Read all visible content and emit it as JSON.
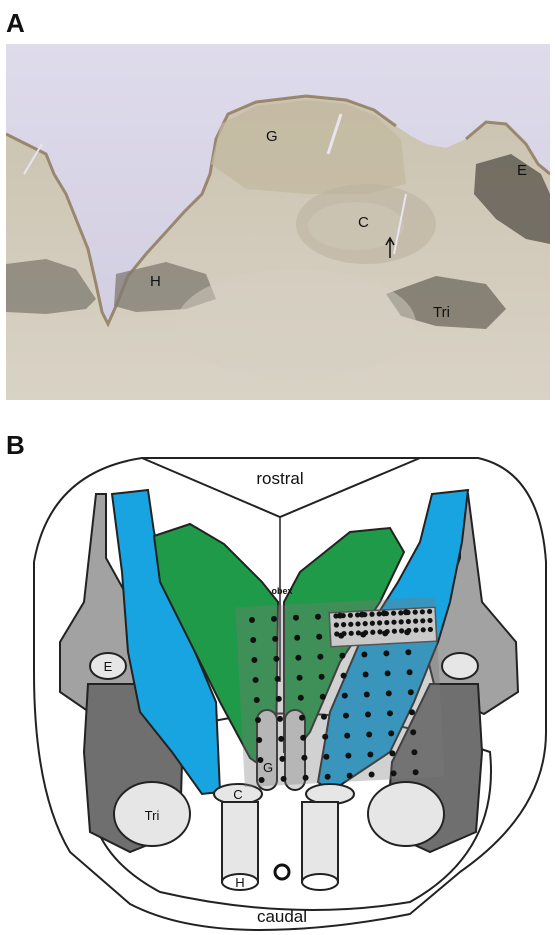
{
  "panelA": {
    "letter": "A",
    "labels": {
      "G": "G",
      "E": "E",
      "C": "C",
      "H": "H",
      "Tri": "Tri",
      "arrow": "↑"
    }
  },
  "panelB": {
    "letter": "B",
    "rostral": "rostral",
    "caudal": "caudal",
    "obex": "obex",
    "labels": {
      "E": "E",
      "Tri": "Tri",
      "C": "C",
      "G": "G",
      "H": "H"
    }
  },
  "colors": {
    "green": "#1f9a48",
    "blue": "#17a4e0",
    "gray_light": "#a2a2a2",
    "gray_dark": "#6f6f6f",
    "gray_pale": "#e6e6e6",
    "photo_bg": "#d9d5e6",
    "grid_overlay": "#7a7a7a"
  }
}
